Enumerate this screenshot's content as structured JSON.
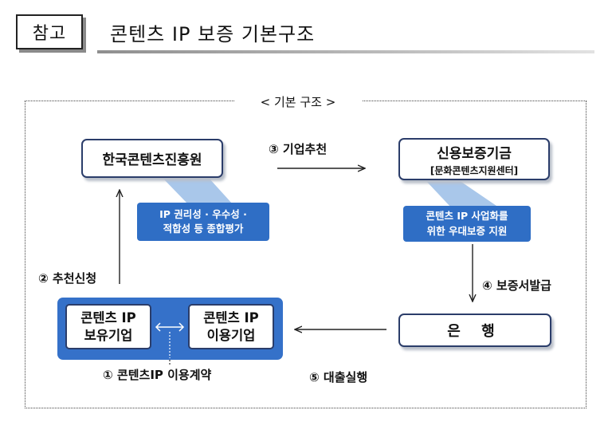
{
  "header": {
    "tag": "참고",
    "title": "콘텐츠 IP 보증 기본구조"
  },
  "diagram": {
    "caption": "< 기본 구조 >",
    "nodes": {
      "kocca": "한국콘텐츠진흥원",
      "kodit": {
        "name": "신용보증기금",
        "sub": "[문화콘텐츠지원센터]"
      },
      "bank": "은 행",
      "ip_owner": {
        "line1": "콘텐츠 IP",
        "line2": "보유기업"
      },
      "ip_user": {
        "line1": "콘텐츠 IP",
        "line2": "이용기업"
      }
    },
    "callouts": {
      "kocca": {
        "line1": "IP 권리성 · 우수성 ·",
        "line2": "적합성 등 종합평가"
      },
      "kodit": {
        "line1": "콘텐츠 IP 사업화를",
        "line2": "위한 우대보증 지원"
      }
    },
    "steps": {
      "s1": "① 콘텐츠IP 이용계약",
      "s2": "② 추천신청",
      "s3": "③ 기업추천",
      "s4": "④ 보증서발급",
      "s5": "⑤ 대출실행"
    }
  },
  "colors": {
    "node_border": "#2b3d6a",
    "callout_fill": "#2f6ec5",
    "group_fill": "#3571c9",
    "callout_pointer": "#a9c7ea"
  }
}
